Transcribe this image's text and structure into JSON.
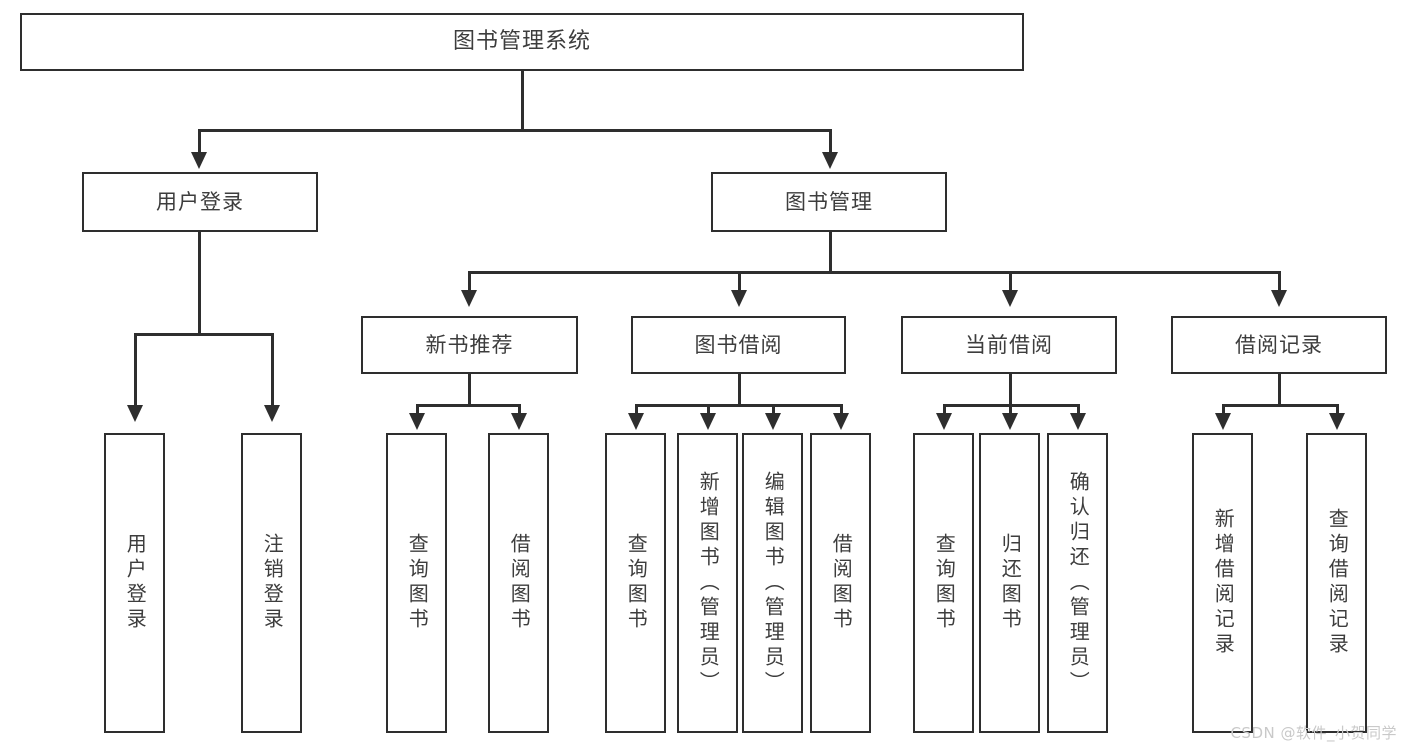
{
  "diagram": {
    "title": "图书管理系统",
    "type": "hierarchy-tree",
    "levels": {
      "root": {
        "label": "图书管理系统"
      },
      "level2": [
        {
          "label": "用户登录"
        },
        {
          "label": "图书管理"
        }
      ],
      "level3": [
        {
          "label": "新书推荐"
        },
        {
          "label": "图书借阅"
        },
        {
          "label": "当前借阅"
        },
        {
          "label": "借阅记录"
        }
      ],
      "leaves": [
        {
          "label": "用户登录"
        },
        {
          "label": "注销登录"
        },
        {
          "label": "查询图书"
        },
        {
          "label": "借阅图书"
        },
        {
          "label": "查询图书"
        },
        {
          "label": "新增图书（管理员）"
        },
        {
          "label": "编辑图书（管理员）"
        },
        {
          "label": "借阅图书"
        },
        {
          "label": "查询图书"
        },
        {
          "label": "归还图书"
        },
        {
          "label": "确认归还（管理员）"
        },
        {
          "label": "新增借阅记录"
        },
        {
          "label": "查询借阅记录"
        }
      ]
    }
  },
  "watermark": {
    "text": "CSDN @软件_小贺同学"
  },
  "colors": {
    "stroke": "#2e2e2e",
    "text": "#3d3d3d",
    "background": "#ffffff",
    "watermark": "#c9c9c9"
  }
}
